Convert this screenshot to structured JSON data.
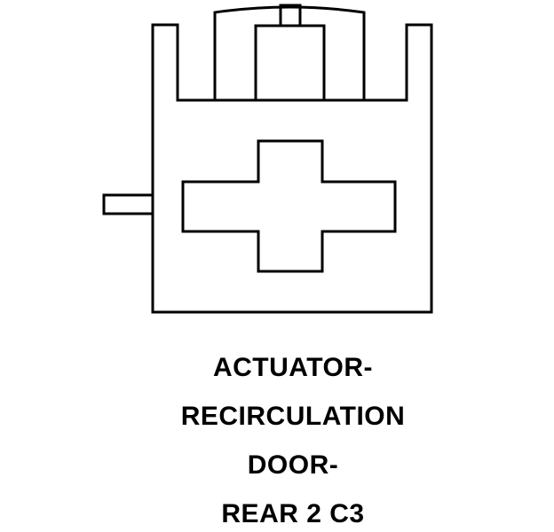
{
  "caption": {
    "line1": "ACTUATOR-",
    "line2": "RECIRCULATION",
    "line3": "DOOR-",
    "line4": "REAR 2 C3"
  },
  "colors": {
    "stroke": "#000000",
    "background": "#ffffff"
  }
}
